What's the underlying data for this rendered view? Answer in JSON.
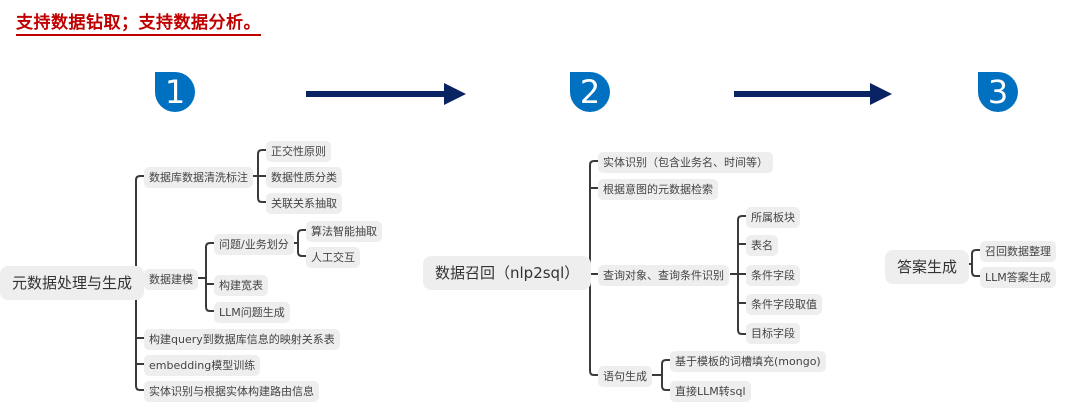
{
  "headline": "支持数据钻取；支持数据分析。",
  "steps": [
    {
      "number": "1",
      "badge_color": "#0070c0"
    },
    {
      "number": "2",
      "badge_color": "#0070c0"
    },
    {
      "number": "3",
      "badge_color": "#0070c0"
    }
  ],
  "arrow_color": "#0a2463",
  "mindmap1": {
    "root": "元数据处理与生成",
    "branches": [
      {
        "label": "数据库数据清洗标注",
        "children": [
          "正交性原则",
          "数据性质分类",
          "关联关系抽取"
        ]
      },
      {
        "label": "数据建模",
        "children": [
          {
            "label": "问题/业务划分",
            "children": [
              "算法智能抽取",
              "人工交互"
            ]
          },
          {
            "label": "构建宽表"
          },
          {
            "label": "LLM问题生成"
          }
        ]
      },
      {
        "label": "构建query到数据库信息的映射关系表"
      },
      {
        "label": "embedding模型训练"
      },
      {
        "label": "实体识别与根据实体构建路由信息"
      }
    ]
  },
  "mindmap2": {
    "root": "数据召回（nlp2sql）",
    "branches": [
      {
        "label": "实体识别（包含业务名、时间等）"
      },
      {
        "label": "根据意图的元数据检索"
      },
      {
        "label": "查询对象、查询条件识别",
        "children": [
          "所属板块",
          "表名",
          "条件字段",
          "条件字段取值",
          "目标字段"
        ]
      },
      {
        "label": "语句生成",
        "children": [
          "基于模板的词槽填充(mongo)",
          "直接LLM转sql"
        ]
      }
    ]
  },
  "mindmap3": {
    "root": "答案生成",
    "children": [
      "召回数据整理",
      "LLM答案生成"
    ]
  }
}
